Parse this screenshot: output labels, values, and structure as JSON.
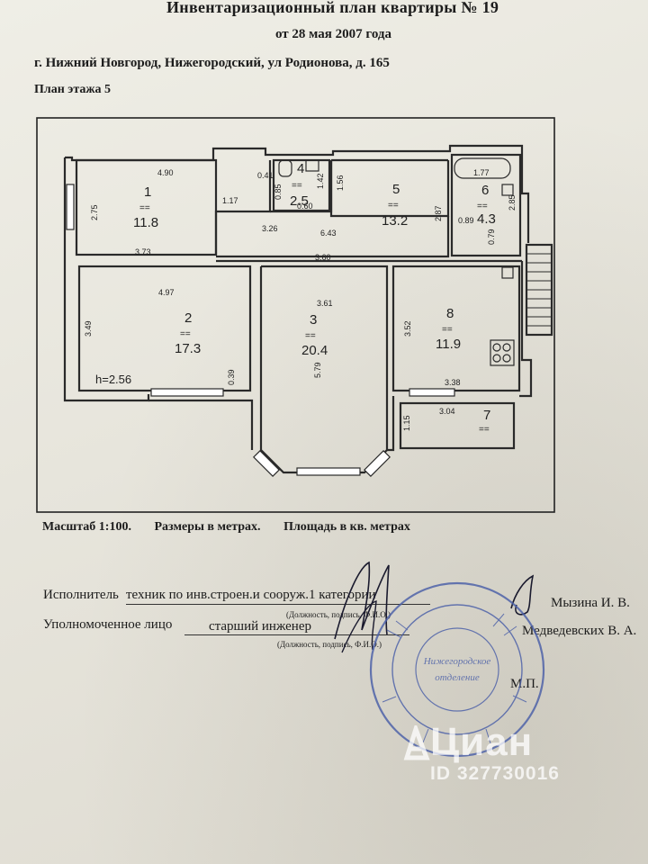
{
  "header": {
    "title": "Инвентаризационный план квартиры № 19",
    "date": "от 28 мая 2007 года",
    "address": "г. Нижний Новгород, Нижегородский, ул Родионова, д. 165",
    "floor": "План этажа 5"
  },
  "rooms": [
    {
      "number": "1",
      "area": "11.8"
    },
    {
      "number": "2",
      "area": "17.3"
    },
    {
      "number": "3",
      "area": "20.4"
    },
    {
      "number": "4",
      "area": "2.5"
    },
    {
      "number": "5",
      "area": "13.2"
    },
    {
      "number": "6",
      "area": "4.3"
    },
    {
      "number": "7",
      "area": ""
    },
    {
      "number": "8",
      "area": "11.9"
    }
  ],
  "room_separator": "==",
  "dimensions": {
    "r1_top": "4.90",
    "r1_left": "2.75",
    "r1_bottom": "3.73",
    "r1_inner": "1.17",
    "wc_top": "0.41",
    "wc_side": "0.85",
    "wc_right": "1.42",
    "wc_bottom": "0.60",
    "r5_left": "1.56",
    "r5_right": "2.87",
    "r6_top": "1.77",
    "r6_left": "0.89",
    "r6_right": "2.85",
    "r6_bottom": "0.79",
    "corr_left": "3.26",
    "corr_mid": "6.43",
    "corr_bottom": "3.60",
    "r2_top": "4.97",
    "r2_left": "3.49",
    "r2_right": "0.39",
    "height": "h=2.56",
    "r3_top": "3.61",
    "r3_side": "5.79",
    "r8_left": "3.52",
    "r8_bottom": "3.38",
    "r7_top": "3.04",
    "r7_left": "1.15"
  },
  "scale": {
    "scale": "Масштаб 1:100.",
    "units": "Размеры в метрах.",
    "area_units": "Площадь в кв. метрах"
  },
  "signatures": {
    "performer_label": "Исполнитель",
    "performer_position": "техник по инв.строен.и сооруж.1 категории",
    "performer_name": "Мызина И. В.",
    "performer_sub": "(Должность, подпись, Ф.И.О.)",
    "authorized_label": "Уполномоченное лицо",
    "authorized_position": "старший инженер",
    "authorized_name": "Медведевских В. А.",
    "authorized_sub": "(Должность, подпись, Ф.И.О.)",
    "mp": "М.П."
  },
  "stamp": {
    "center_top": "Нижегородское",
    "center_bottom": "отделение"
  },
  "watermark": {
    "brand": "Циан",
    "id": "ID 327730016"
  },
  "colors": {
    "paper": "#e9e7de",
    "ink": "#1c1c1c",
    "stamp": "#4a5fa8",
    "watermark": "#ffffff"
  }
}
